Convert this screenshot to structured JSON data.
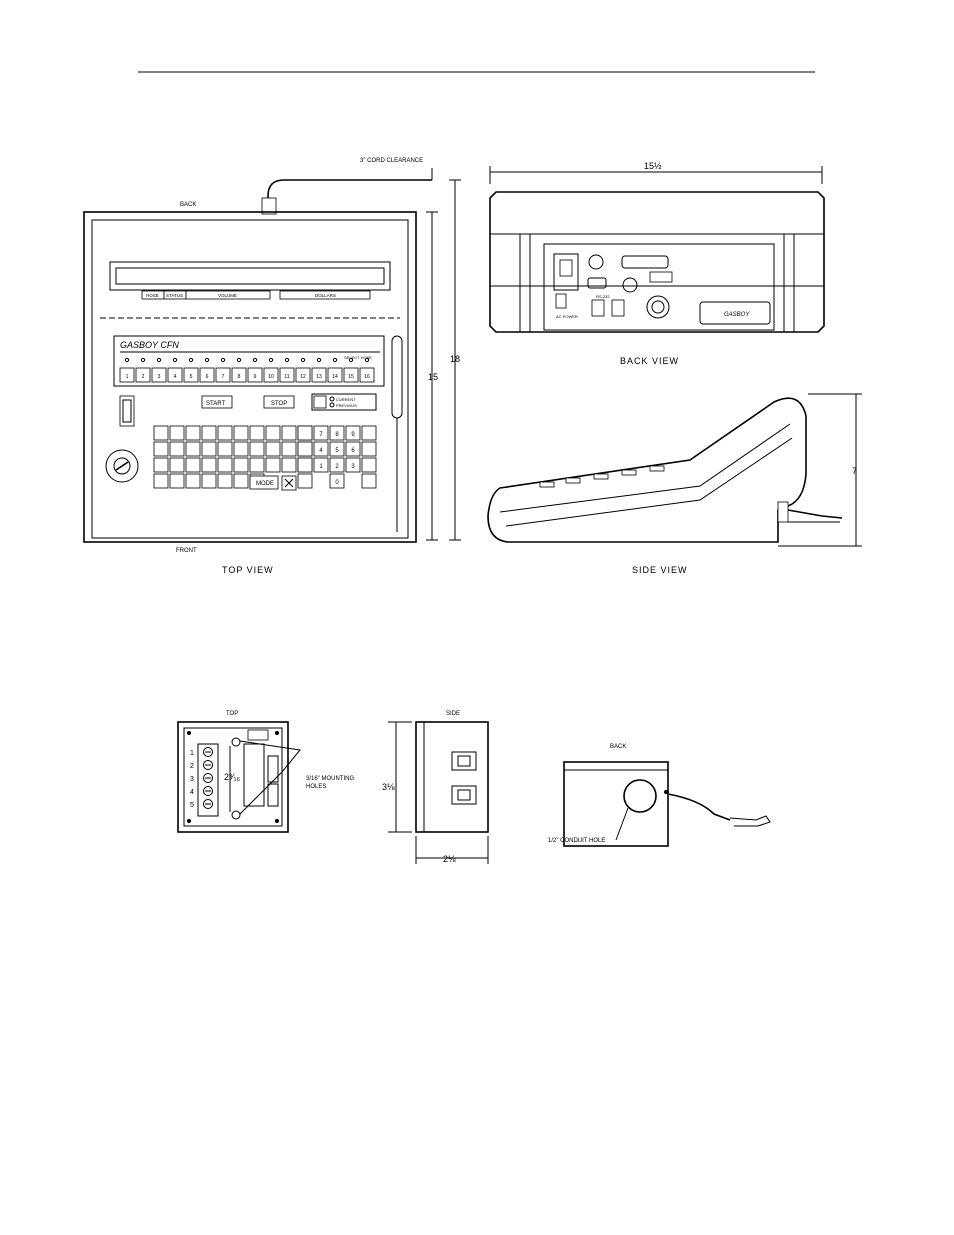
{
  "console_drawing": {
    "top_view": {
      "caption": "TOP VIEW",
      "back_label": "BACK",
      "front_label": "FRONT",
      "cord_clearance": "3\" CORD CLEARANCE",
      "dim_depth_total": "18",
      "dim_depth_body": "15",
      "display_fields": [
        "HOSE",
        "STATUS",
        "VOLUME",
        "DOLLARS"
      ],
      "brand": "GASBOY CFN",
      "select_hose": "SELECT HOSE",
      "hose_keys": [
        "1",
        "2",
        "3",
        "4",
        "5",
        "6",
        "7",
        "8",
        "9",
        "10",
        "11",
        "12",
        "13",
        "14",
        "15",
        "16"
      ],
      "start": "START",
      "stop": "STOP",
      "current": "CURRENT",
      "previous": "PREVIOUS",
      "mode": "MODE",
      "numpad": [
        "7",
        "8",
        "9",
        "4",
        "5",
        "6",
        "1",
        "2",
        "3",
        "0"
      ]
    },
    "back_view": {
      "caption": "BACK VIEW",
      "dim_width": "15½",
      "ac_power": "AC POWER",
      "rs232": "RS-232",
      "brand_plate": "GASBOY"
    },
    "side_view": {
      "caption": "SIDE VIEW",
      "dim_height": "7"
    }
  },
  "junction_box": {
    "top_label": "TOP",
    "side_label": "SIDE",
    "back_label": "BACK",
    "terminals": [
      "1",
      "2",
      "3",
      "4",
      "5"
    ],
    "mounting_holes": [
      "3/16\" MOUNTING",
      "HOLES"
    ],
    "dim_hole_spacing": "2³⁄₁₆",
    "dim_height": "3⅛",
    "dim_depth": "2⅛",
    "conduit_hole": "1/2\" CONDUIT HOLE"
  }
}
